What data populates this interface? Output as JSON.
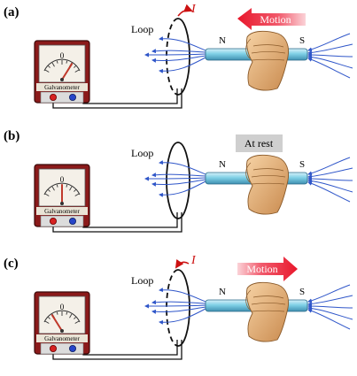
{
  "panels": [
    {
      "letter": "(a)",
      "loop_label": "Loop",
      "meter_label": "Galvanometer",
      "zero": "0",
      "north": "N",
      "south": "S",
      "badge": "Motion",
      "badge_kind": "motion-left",
      "current_label": "I",
      "current_dir": "right",
      "needle_deflection": "right"
    },
    {
      "letter": "(b)",
      "loop_label": "Loop",
      "meter_label": "Galvanometer",
      "zero": "0",
      "north": "N",
      "south": "S",
      "badge": "At rest",
      "badge_kind": "rest",
      "current_label": "",
      "current_dir": "none",
      "needle_deflection": "center"
    },
    {
      "letter": "(c)",
      "loop_label": "Loop",
      "meter_label": "Galvanometer",
      "zero": "0",
      "north": "N",
      "south": "S",
      "badge": "Motion",
      "badge_kind": "motion-right",
      "current_label": "I",
      "current_dir": "left",
      "needle_deflection": "left"
    }
  ],
  "colors": {
    "meter_body": "#8b1a1a",
    "meter_face": "#f4f0e8",
    "field_line": "#2f56c9",
    "magnet": "#7fd0e6",
    "motion_arrow": "#e8172b",
    "rest_badge": "#cfcfcf",
    "current": "#cc1111",
    "hand": "#e2b07a"
  }
}
